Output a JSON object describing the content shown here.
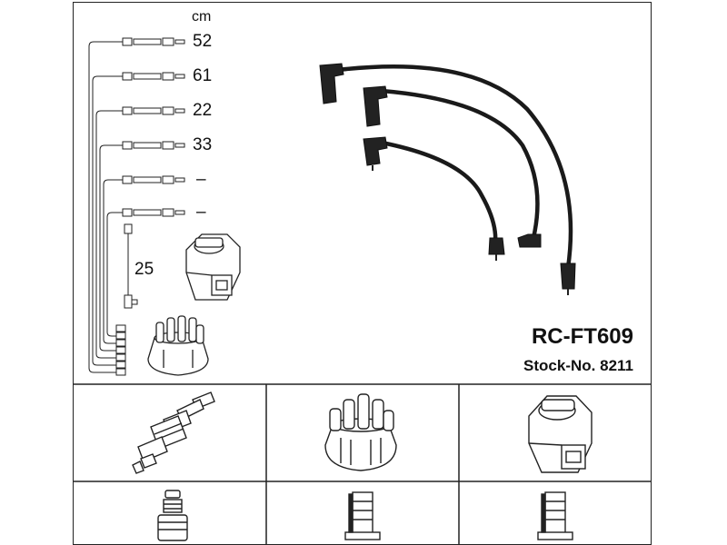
{
  "header": {
    "unit_label": "cm"
  },
  "cable_lengths": [
    {
      "value": "52"
    },
    {
      "value": "61"
    },
    {
      "value": "22"
    },
    {
      "value": "33"
    },
    {
      "value": "–"
    },
    {
      "value": "–"
    }
  ],
  "coil_lead_length": "25",
  "product": {
    "model": "RC-FT609",
    "stock_label": "Stock-No. 8211"
  },
  "components": {
    "top": [
      "spark-plug-icon",
      "distributor-cap-icon",
      "ignition-coil-icon"
    ],
    "bottom": [
      "plug-terminal-icon",
      "cap-terminal-icon",
      "coil-terminal-icon"
    ]
  }
}
